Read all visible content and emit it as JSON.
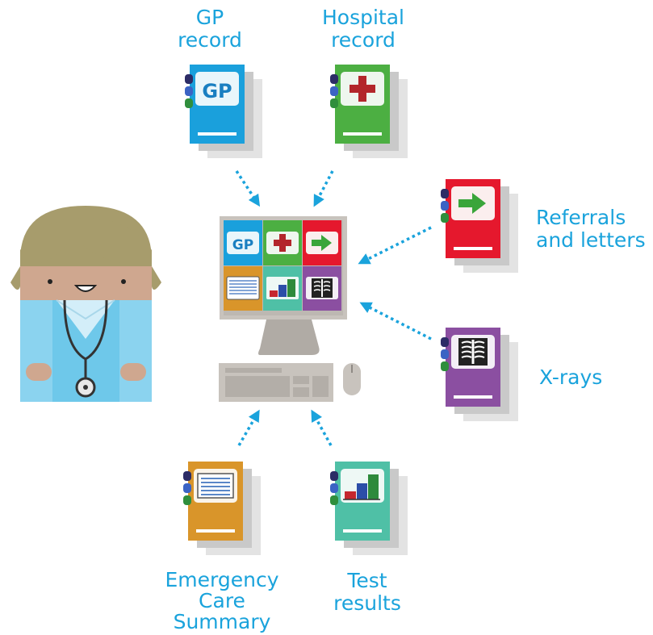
{
  "colors": {
    "label": "#1aa3dc",
    "arrow": "#1aa3dc",
    "gp": "#1aa0dc",
    "hospital": "#4caf42",
    "referrals": "#e5182d",
    "xrays": "#8b4fa1",
    "emergency": "#d9952a",
    "tests": "#4fc0a6",
    "monitor": "#c8c3bd",
    "skin": "#cfa78f",
    "hair": "#a79c6c",
    "coat": "#6ec8ea"
  },
  "icons": {
    "gp": "gp-text-icon",
    "hospital": "medical-cross-icon",
    "referrals": "right-arrow-icon",
    "xrays": "xray-ribcage-icon",
    "emergency": "document-lines-icon",
    "tests": "bar-chart-icon"
  },
  "records": {
    "gp": {
      "label_lines": [
        "GP",
        "record"
      ],
      "badge": "GP"
    },
    "hospital": {
      "label_lines": [
        "Hospital",
        "record"
      ]
    },
    "referrals": {
      "label_lines": [
        "Referrals",
        "and letters"
      ]
    },
    "xrays": {
      "label_lines": [
        "X-rays"
      ]
    },
    "emergency": {
      "label_lines": [
        "Emergency",
        "Care",
        "Summary"
      ]
    },
    "tests": {
      "label_lines": [
        "Test",
        "results"
      ]
    }
  },
  "computer": {
    "screen_badge": "GP"
  }
}
